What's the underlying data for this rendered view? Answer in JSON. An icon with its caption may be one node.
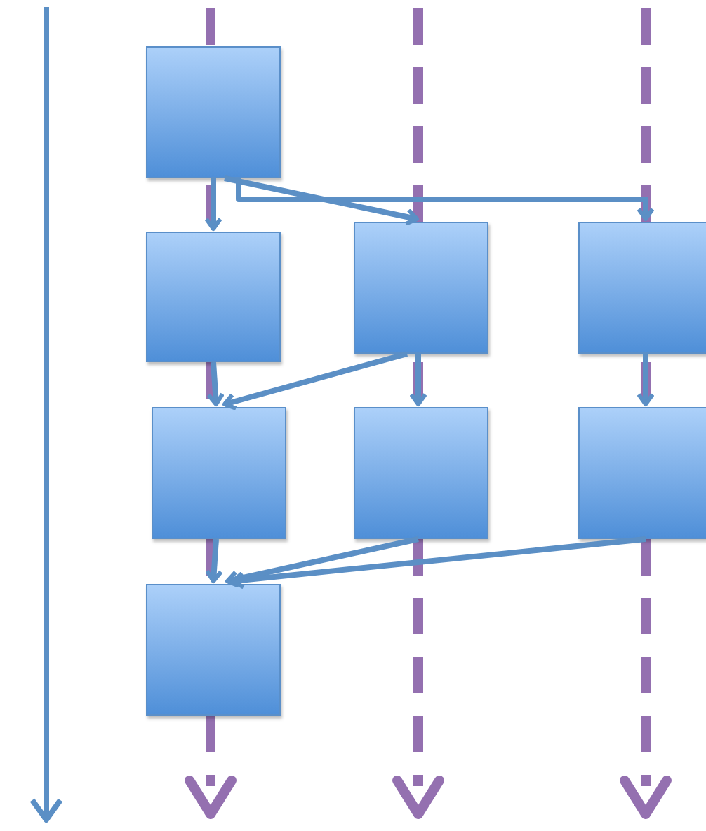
{
  "diagram": {
    "nodes": [
      {
        "text": [],
        "shape": "box"
      },
      {
        "text": [],
        "shape": "box"
      },
      {
        "text": [],
        "shape": "box"
      },
      {
        "text": [],
        "shape": "box"
      },
      {
        "text": [],
        "shape": "box"
      },
      {
        "text": [],
        "shape": "box"
      },
      {
        "text": [],
        "shape": "box"
      },
      {
        "text": [],
        "shape": "box"
      }
    ],
    "edges": [
      {
        "from": 0,
        "to": 1,
        "arrow": "to"
      },
      {
        "from": 0,
        "to": 2,
        "arrow": "to"
      },
      {
        "from": 0,
        "to": 3,
        "arrow": "to"
      },
      {
        "from": 1,
        "to": 4,
        "arrow": "to"
      },
      {
        "from": 2,
        "to": 4,
        "arrow": "to"
      },
      {
        "from": 2,
        "to": 5,
        "arrow": "to"
      },
      {
        "from": 3,
        "to": 6,
        "arrow": "to"
      },
      {
        "from": 4,
        "to": 7,
        "arrow": "to"
      },
      {
        "from": 5,
        "to": 7,
        "arrow": "to"
      },
      {
        "from": 6,
        "to": 7,
        "arrow": "to"
      }
    ]
  }
}
